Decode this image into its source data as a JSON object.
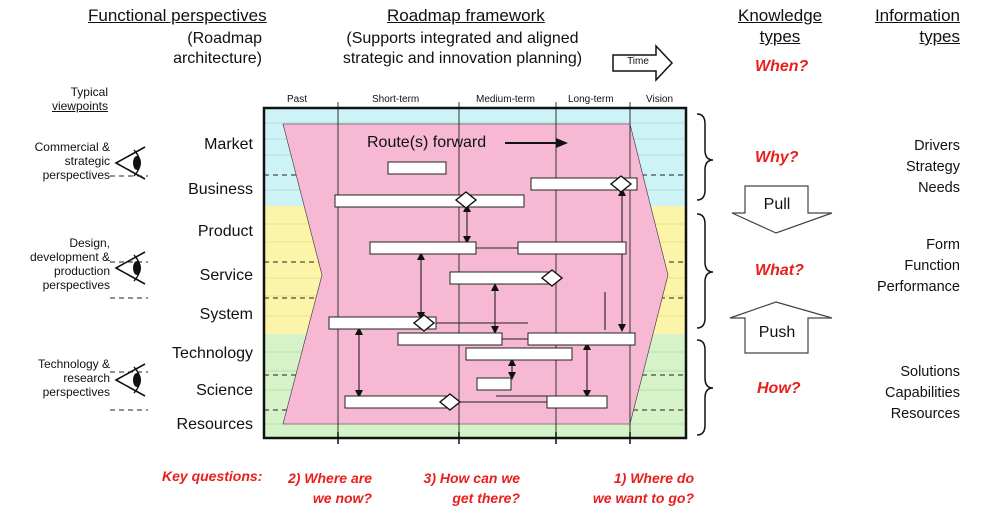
{
  "headers": {
    "functional": "Functional perspectives",
    "functional_sub": [
      "(Roadmap",
      "architecture)"
    ],
    "framework": "Roadmap framework",
    "framework_sub": [
      "(Supports integrated and aligned",
      "strategic and innovation planning)"
    ],
    "knowledge": [
      "Knowledge",
      "types"
    ],
    "information": [
      "Information",
      "types"
    ]
  },
  "time_arrow": "Time",
  "when": "When?",
  "typical_viewpoints": [
    "Typical",
    "viewpoints"
  ],
  "time_columns": [
    "Past",
    "Short-term",
    "Medium-term",
    "Long-term",
    "Vision"
  ],
  "layers": [
    "Market",
    "Business",
    "Product",
    "Service",
    "System",
    "Technology",
    "Science",
    "Resources"
  ],
  "perspectives": [
    {
      "lines": [
        "Commercial &",
        "strategic",
        "perspectives"
      ]
    },
    {
      "lines": [
        "Design,",
        "development &",
        "production",
        "perspectives"
      ]
    },
    {
      "lines": [
        "Technology &",
        "research",
        "perspectives"
      ]
    }
  ],
  "route_label": "Route(s) forward",
  "knowledge_types": [
    "Why?",
    "What?",
    "How?"
  ],
  "pull_label": "Pull",
  "push_label": "Push",
  "information_types": [
    {
      "lines": [
        "Drivers",
        "Strategy",
        "Needs"
      ]
    },
    {
      "lines": [
        "Form",
        "Function",
        "Performance"
      ]
    },
    {
      "lines": [
        "Solutions",
        "Capabilities",
        "Resources"
      ]
    }
  ],
  "key_questions": {
    "label": "Key questions:",
    "q2": [
      "2) Where are",
      "we now?"
    ],
    "q3": [
      "3) How can we",
      "get there?"
    ],
    "q1": [
      "1) Where do",
      "we want to go?"
    ]
  },
  "colors": {
    "market_band": "#cdf3f7",
    "product_band": "#fcf4a8",
    "tech_band": "#d5f2c8",
    "route_fill": "#f7b8d3",
    "accent_red": "#e8201c"
  }
}
